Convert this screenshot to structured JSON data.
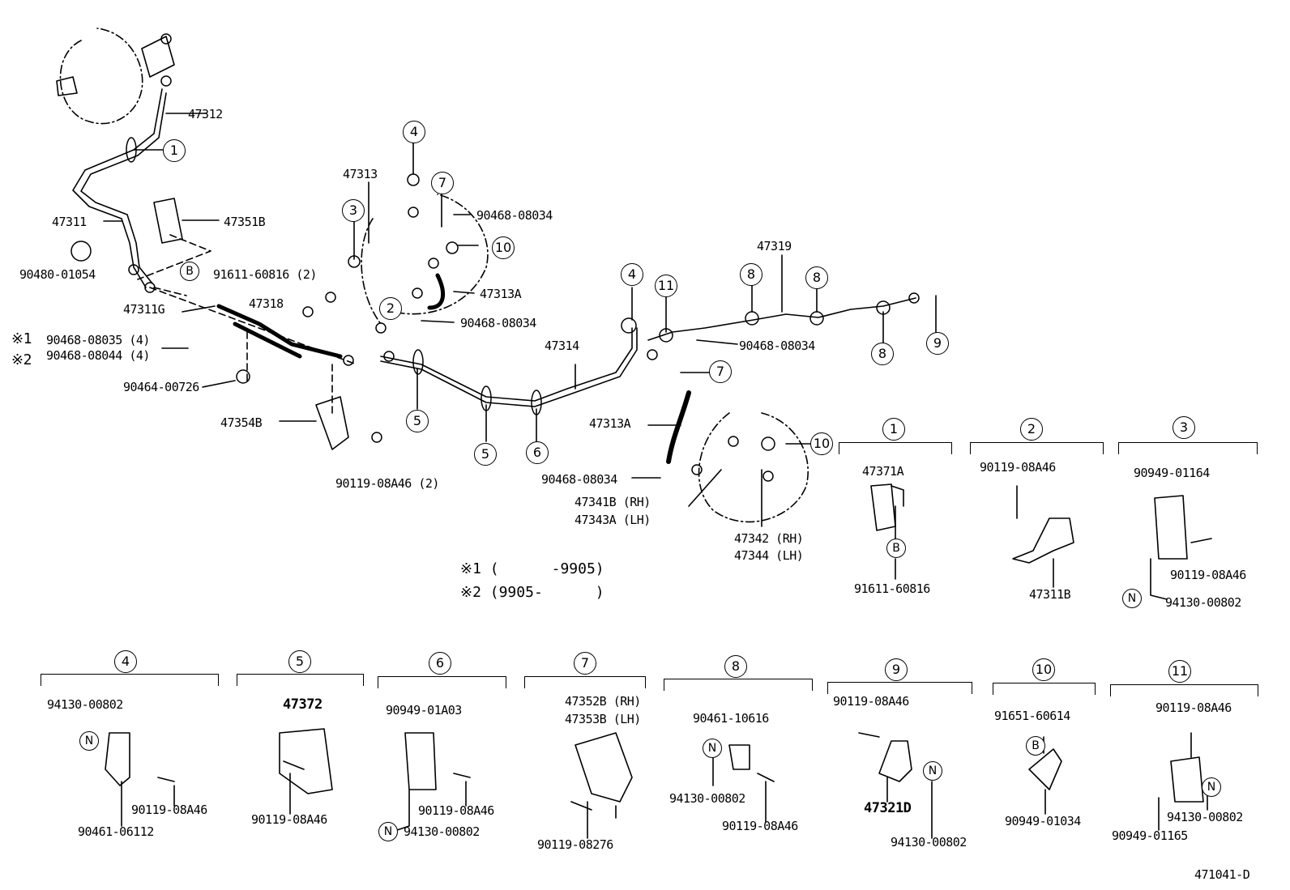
{
  "diagram_id": "471041-D",
  "main_labels": {
    "p47312": "47312",
    "p47311": "47311",
    "p47351b": "47351B",
    "p90480": "90480-01054",
    "p91611_2": "91611-60816 (2)",
    "p47311g": "47311G",
    "p47318": "47318",
    "p90468_08035": "90468-08035 (4)",
    "p90468_08044": "90468-08044 (4)",
    "p90464": "90464-00726",
    "p47354b": "47354B",
    "p90119_2": "90119-08A46 (2)",
    "p47313": "47313",
    "p90468_a": "90468-08034",
    "p47313a_top": "47313A",
    "p90468_b": "90468-08034",
    "p47314": "47314",
    "p47319": "47319",
    "p90468_c": "90468-08034",
    "p47313a_bot": "47313A",
    "p90468_d": "90468-08034",
    "p47341b": "47341B (RH)",
    "p47343a": "47343A (LH)",
    "p47342": "47342 (RH)",
    "p47344": "47344 (LH)"
  },
  "marks": {
    "star1": "※1",
    "star2": "※2",
    "B": "B",
    "N": "N"
  },
  "notes": {
    "n1": "※1 (      -9905)",
    "n2": "※2 (9905-      )"
  },
  "callouts": [
    "1",
    "2",
    "3",
    "4",
    "5",
    "6",
    "7",
    "8",
    "9",
    "10",
    "11"
  ],
  "detail_boxes": {
    "d1": {
      "num": "1",
      "a": "47371A",
      "b": "91611-60816"
    },
    "d2": {
      "num": "2",
      "a": "90119-08A46",
      "b": "47311B"
    },
    "d3": {
      "num": "3",
      "a": "90949-01164",
      "b": "90119-08A46",
      "c": "94130-00802"
    },
    "d4": {
      "num": "4",
      "a": "94130-00802",
      "b": "90119-08A46",
      "c": "90461-06112"
    },
    "d5": {
      "num": "5",
      "a": "47372",
      "b": "90119-08A46"
    },
    "d6": {
      "num": "6",
      "a": "90949-01A03",
      "b": "90119-08A46",
      "c": "94130-00802"
    },
    "d7": {
      "num": "7",
      "a": "47352B (RH)",
      "b": "47353B (LH)",
      "c": "90119-08276"
    },
    "d8": {
      "num": "8",
      "a": "90461-10616",
      "b": "94130-00802",
      "c": "90119-08A46"
    },
    "d9": {
      "num": "9",
      "a": "90119-08A46",
      "b": "47321D",
      "c": "94130-00802"
    },
    "d10": {
      "num": "10",
      "a": "91651-60614",
      "b": "90949-01034"
    },
    "d11": {
      "num": "11",
      "a": "90119-08A46",
      "b": "94130-00802",
      "c": "90949-01165"
    }
  }
}
